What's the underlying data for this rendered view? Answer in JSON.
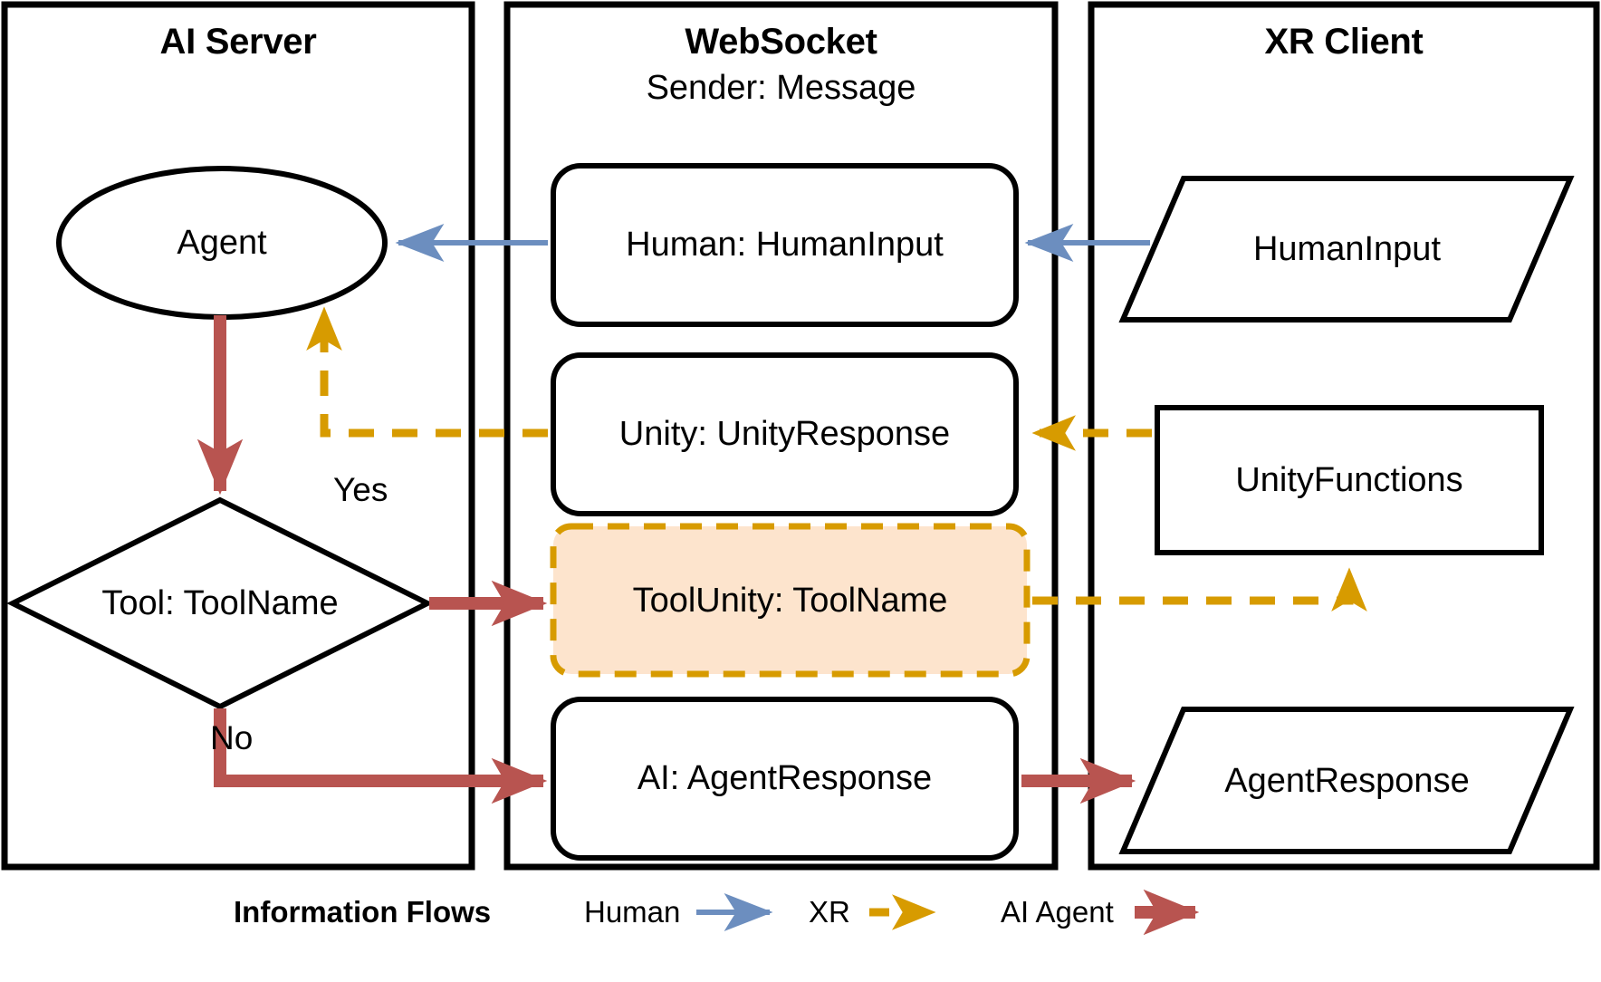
{
  "diagram": {
    "lanes": [
      {
        "id": "ai-server",
        "title": "AI Server",
        "subtitle": ""
      },
      {
        "id": "websocket",
        "title": "WebSocket",
        "subtitle": "Sender: Message"
      },
      {
        "id": "xr-client",
        "title": "XR Client",
        "subtitle": ""
      }
    ],
    "nodes": [
      {
        "id": "agent",
        "shape": "ellipse",
        "label": "Agent",
        "lane": "ai-server"
      },
      {
        "id": "tool-decision",
        "shape": "diamond",
        "label": "Tool: ToolName",
        "lane": "ai-server"
      },
      {
        "id": "human-message",
        "shape": "rounded-rect",
        "label": "Human: HumanInput",
        "lane": "websocket"
      },
      {
        "id": "unity-message",
        "shape": "rounded-rect",
        "label": "Unity: UnityResponse",
        "lane": "websocket"
      },
      {
        "id": "toolunity-message",
        "shape": "rounded-rect-dashed",
        "label": "ToolUnity: ToolName",
        "lane": "websocket",
        "highlighted": true
      },
      {
        "id": "ai-message",
        "shape": "rounded-rect",
        "label": "AI: AgentResponse",
        "lane": "websocket"
      },
      {
        "id": "human-input",
        "shape": "parallelogram",
        "label": "HumanInput",
        "lane": "xr-client"
      },
      {
        "id": "unity-functions",
        "shape": "rect",
        "label": "UnityFunctions",
        "lane": "xr-client"
      },
      {
        "id": "agent-response",
        "shape": "parallelogram",
        "label": "AgentResponse",
        "lane": "xr-client"
      }
    ],
    "edge_labels": [
      {
        "id": "yes",
        "text": "Yes"
      },
      {
        "id": "no",
        "text": "No"
      }
    ],
    "legend": {
      "title": "Information Flows",
      "items": [
        {
          "id": "human",
          "label": "Human",
          "color": "#6c8ebf",
          "style": "solid"
        },
        {
          "id": "xr",
          "label": "XR",
          "color": "#d79b00",
          "style": "dashed"
        },
        {
          "id": "ai-agent",
          "label": "AI Agent",
          "color": "#b85450",
          "style": "solid"
        }
      ]
    },
    "colors": {
      "human_flow": "#6c8ebf",
      "xr_flow": "#d79b00",
      "ai_flow": "#b85450",
      "highlight_fill": "#fde4cd",
      "stroke": "#000000",
      "background": "#ffffff"
    }
  }
}
